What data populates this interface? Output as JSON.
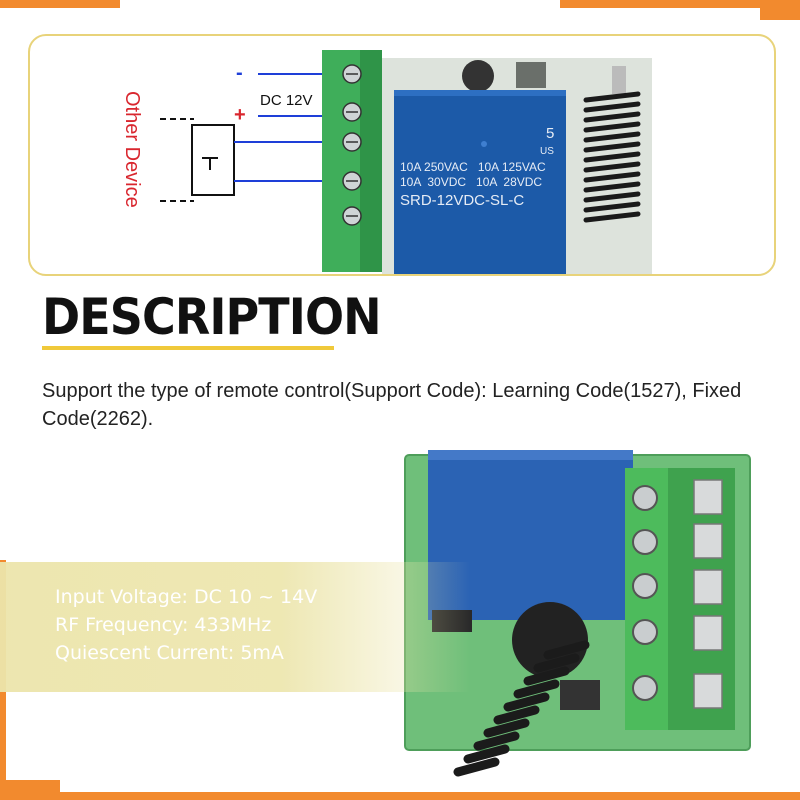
{
  "diagram": {
    "side_label": "Other Device",
    "minus_sign": "-",
    "plus_sign": "+",
    "dc_label": "DC 12V",
    "relay_number": "5",
    "relay_mark": "US",
    "relay_rating_row1": "10A 250VAC   10A 125VAC",
    "relay_rating_row2": "10A  30VDC   10A  28VDC",
    "relay_model": "SRD-12VDC-SL-C"
  },
  "title": "DESCRIPTION",
  "description": "Support the type of remote control(Support Code): Learning Code(1527), Fixed Code(2262).",
  "specs": [
    "Input Voltage: DC 10 ~ 14V",
    "RF Frequency: 433MHz",
    "Quiescent Current: 5mA"
  ],
  "colors": {
    "accent_orange": "#f28a2e",
    "panel_border": "#e8d37a",
    "terminal_green": "#3fae5a",
    "relay_blue": "#1c5aa8",
    "label_red": "#d9262e",
    "wire_blue": "#1e3fd8"
  }
}
